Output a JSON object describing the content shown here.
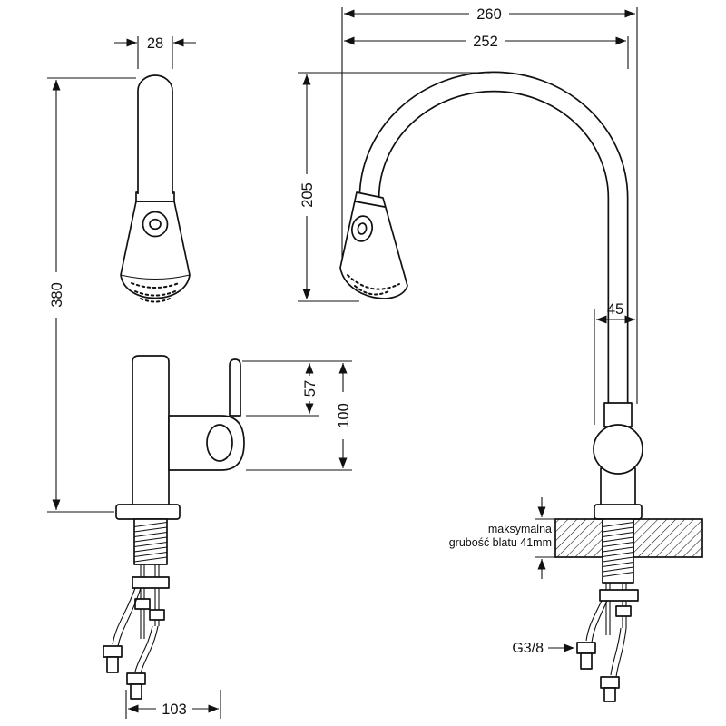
{
  "colors": {
    "line": "#111111",
    "background": "#ffffff"
  },
  "front_view": {
    "dim_spout_width": "28",
    "dim_total_height": "380",
    "dim_lever_height": "57",
    "dim_body_height": "100",
    "dim_base_depth": "103"
  },
  "side_view": {
    "dim_overall_depth": "260",
    "dim_spout_reach": "252",
    "dim_spout_height": "205",
    "dim_body_offset": "45",
    "note_line1": "maksymalna",
    "note_line2": "grubość blatu 41mm",
    "thread_label": "G3/8"
  }
}
